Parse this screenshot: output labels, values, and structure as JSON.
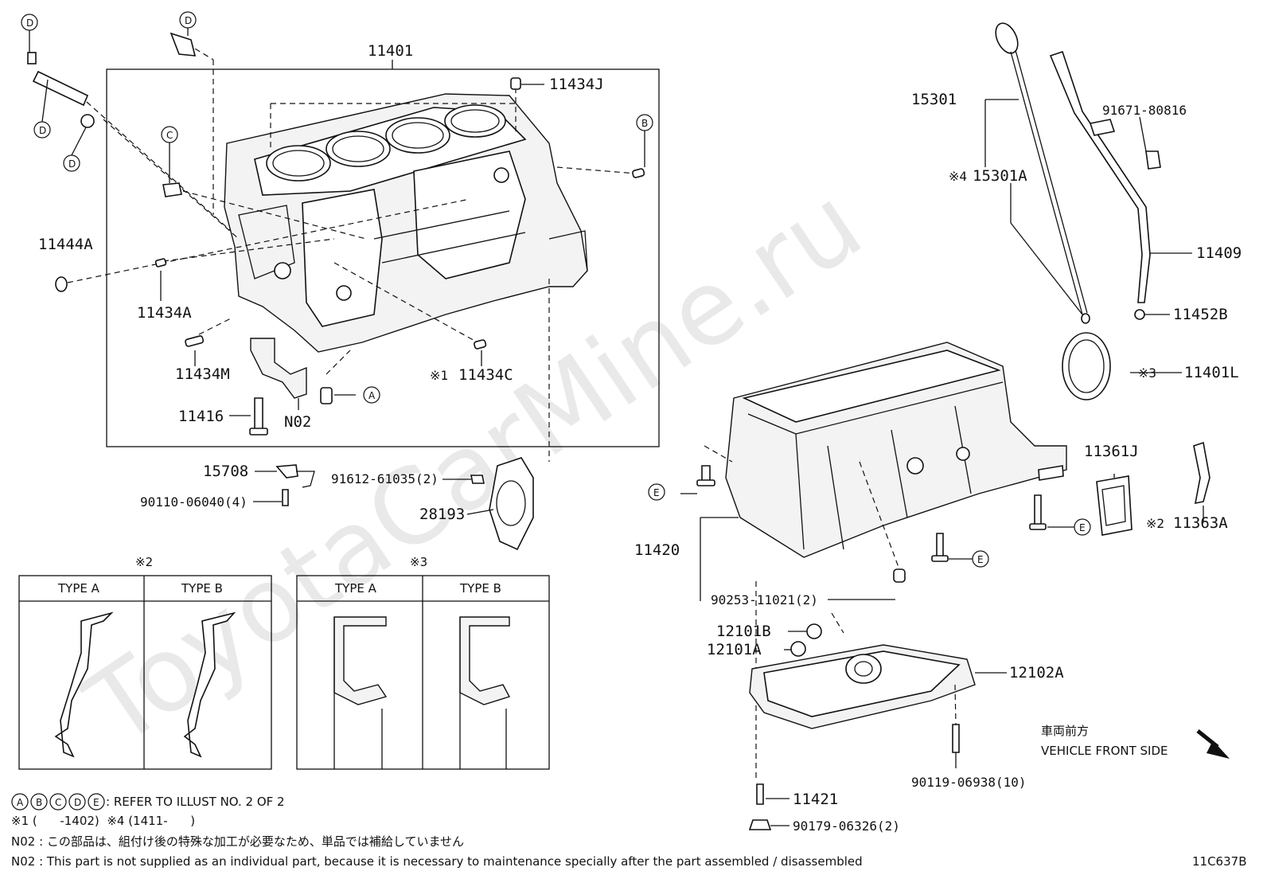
{
  "watermark": "ToyotaCarMine.ru",
  "diagram_code": "11C637B",
  "parts": {
    "p11401": "11401",
    "p11434J": "11434J",
    "p11444A": "11444A",
    "p11434A": "11434A",
    "p11434M": "11434M",
    "p11434C": "11434C",
    "p11434C_mark": "※1",
    "p11416": "11416",
    "pN02": "N02",
    "p15708": "15708",
    "p90110": "90110-06040(4)",
    "p91612": "91612-61035(2)",
    "p28193": "28193",
    "p15301": "15301",
    "p15301A": "15301A",
    "p15301A_mark": "※4",
    "p91671": "91671-80816",
    "p11409": "11409",
    "p11452B": "11452B",
    "p11401L": "11401L",
    "p11401L_mark": "※3",
    "p11361J": "11361J",
    "p11363A": "11363A",
    "p11363A_mark": "※2",
    "p11420": "11420",
    "p90253": "90253-11021(2)",
    "p12101B": "12101B",
    "p12101A": "12101A",
    "p12102A": "12102A",
    "p90119": "90119-06938(10)",
    "p11421": "11421",
    "p90179": "90179-06326(2)"
  },
  "callouts": {
    "A": "A",
    "B": "B",
    "C": "C",
    "D": "D",
    "E": "E"
  },
  "type_tables": {
    "t2_mark": "※2",
    "t3_mark": "※3",
    "type_a": "TYPE A",
    "type_b": "TYPE B"
  },
  "front": {
    "jp": "車両前方",
    "en": "VEHICLE FRONT SIDE"
  },
  "notes": {
    "refer": ": REFER TO ILLUST NO. 2 OF 2",
    "ranges": "※1 (      -1402)  ※4 (1411-      )",
    "n02_jp": "N02 : この部品は、組付け後の特殊な加工が必要なため、単品では補給していません",
    "n02_en": "N02 : This part is not supplied as an individual part, because it is necessary to maintenance specially after the part assembled / disassembled"
  }
}
